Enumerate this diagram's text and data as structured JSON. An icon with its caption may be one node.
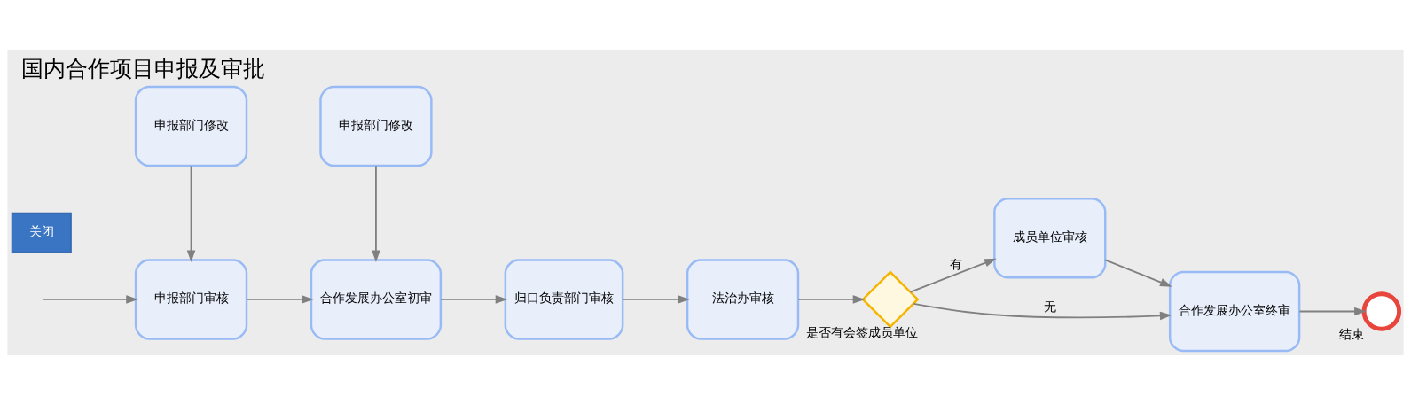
{
  "diagram": {
    "title": "国内合作项目申报及审批",
    "nodes": [
      {
        "text": [
          "申报部门审核"
        ]
      },
      {
        "text": [
          "合作发展办公室初审"
        ]
      },
      {
        "text": [
          "归口负责部门审核"
        ]
      },
      {
        "text": [
          "法治办审核"
        ]
      },
      {
        "text": [
          "是否有会签成员单位"
        ]
      },
      {
        "text": [
          "成员单位审核"
        ]
      },
      {
        "text": [
          "合作发展办公室终审"
        ]
      },
      {
        "text": [
          "结束"
        ]
      },
      {
        "text": [
          "申报部门修改"
        ]
      },
      {
        "text": [
          "申报部门修改"
        ]
      }
    ],
    "edges": [
      {
        "from": null,
        "to": 0,
        "arrow": "to"
      },
      {
        "from": 0,
        "to": 1,
        "arrow": "to"
      },
      {
        "from": 1,
        "to": 2,
        "arrow": "to"
      },
      {
        "from": 2,
        "to": 3,
        "arrow": "to"
      },
      {
        "from": 3,
        "to": 4,
        "arrow": "to"
      },
      {
        "from": 4,
        "to": 5,
        "arrow": "to",
        "label": "有"
      },
      {
        "from": 5,
        "to": 6,
        "arrow": "to"
      },
      {
        "from": 4,
        "to": 6,
        "arrow": "to",
        "label": "无"
      },
      {
        "from": 6,
        "to": 7,
        "arrow": "to"
      },
      {
        "from": 8,
        "to": 0,
        "arrow": "to"
      },
      {
        "from": 9,
        "to": 1,
        "arrow": "to"
      }
    ],
    "labels": [
      "关闭"
    ]
  }
}
